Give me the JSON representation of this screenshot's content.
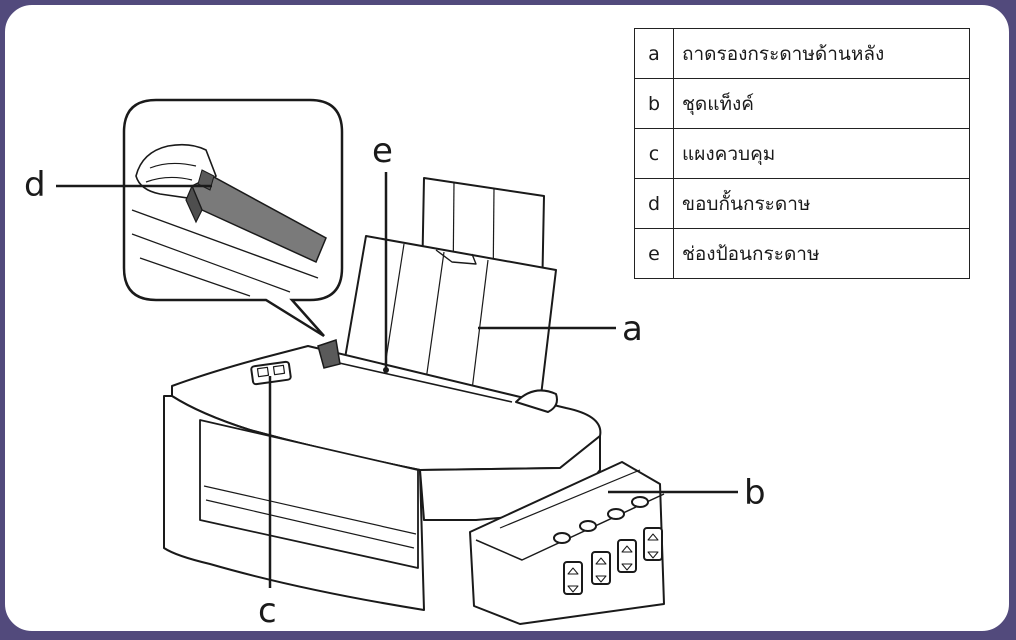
{
  "callouts": {
    "a": "a",
    "b": "b",
    "c": "c",
    "d": "d",
    "e": "e"
  },
  "legend": [
    {
      "key": "a",
      "label": "ถาดรองกระดาษด้านหลัง"
    },
    {
      "key": "b",
      "label": "ชุดแท็งค์"
    },
    {
      "key": "c",
      "label": "แผงควบคุม"
    },
    {
      "key": "d",
      "label": "ขอบกั้นกระดาษ"
    },
    {
      "key": "e",
      "label": "ช่องป้อนกระดาษ"
    }
  ],
  "colors": {
    "border": "#524a7c",
    "edge_guide": "#7a7a7a"
  }
}
